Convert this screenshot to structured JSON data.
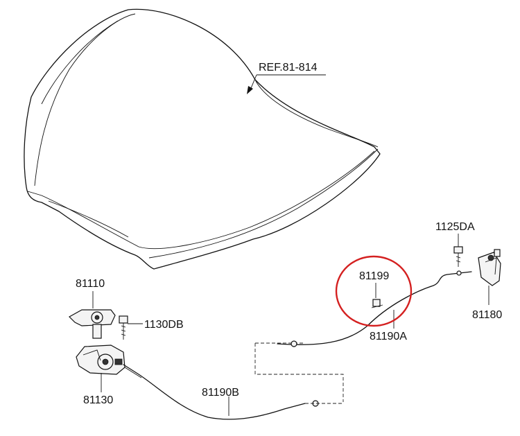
{
  "labels": {
    "hood_ref": "REF.81-814",
    "latch_upper": "81110",
    "bolt_latch": "1130DB",
    "latch_lower": "81130",
    "cable_b": "81190B",
    "cable_a": "81190A",
    "clip": "81199",
    "bolt_handle": "1125DA",
    "release_handle": "81180"
  },
  "highlight": {
    "color": "#d42020",
    "shape": "circle"
  }
}
